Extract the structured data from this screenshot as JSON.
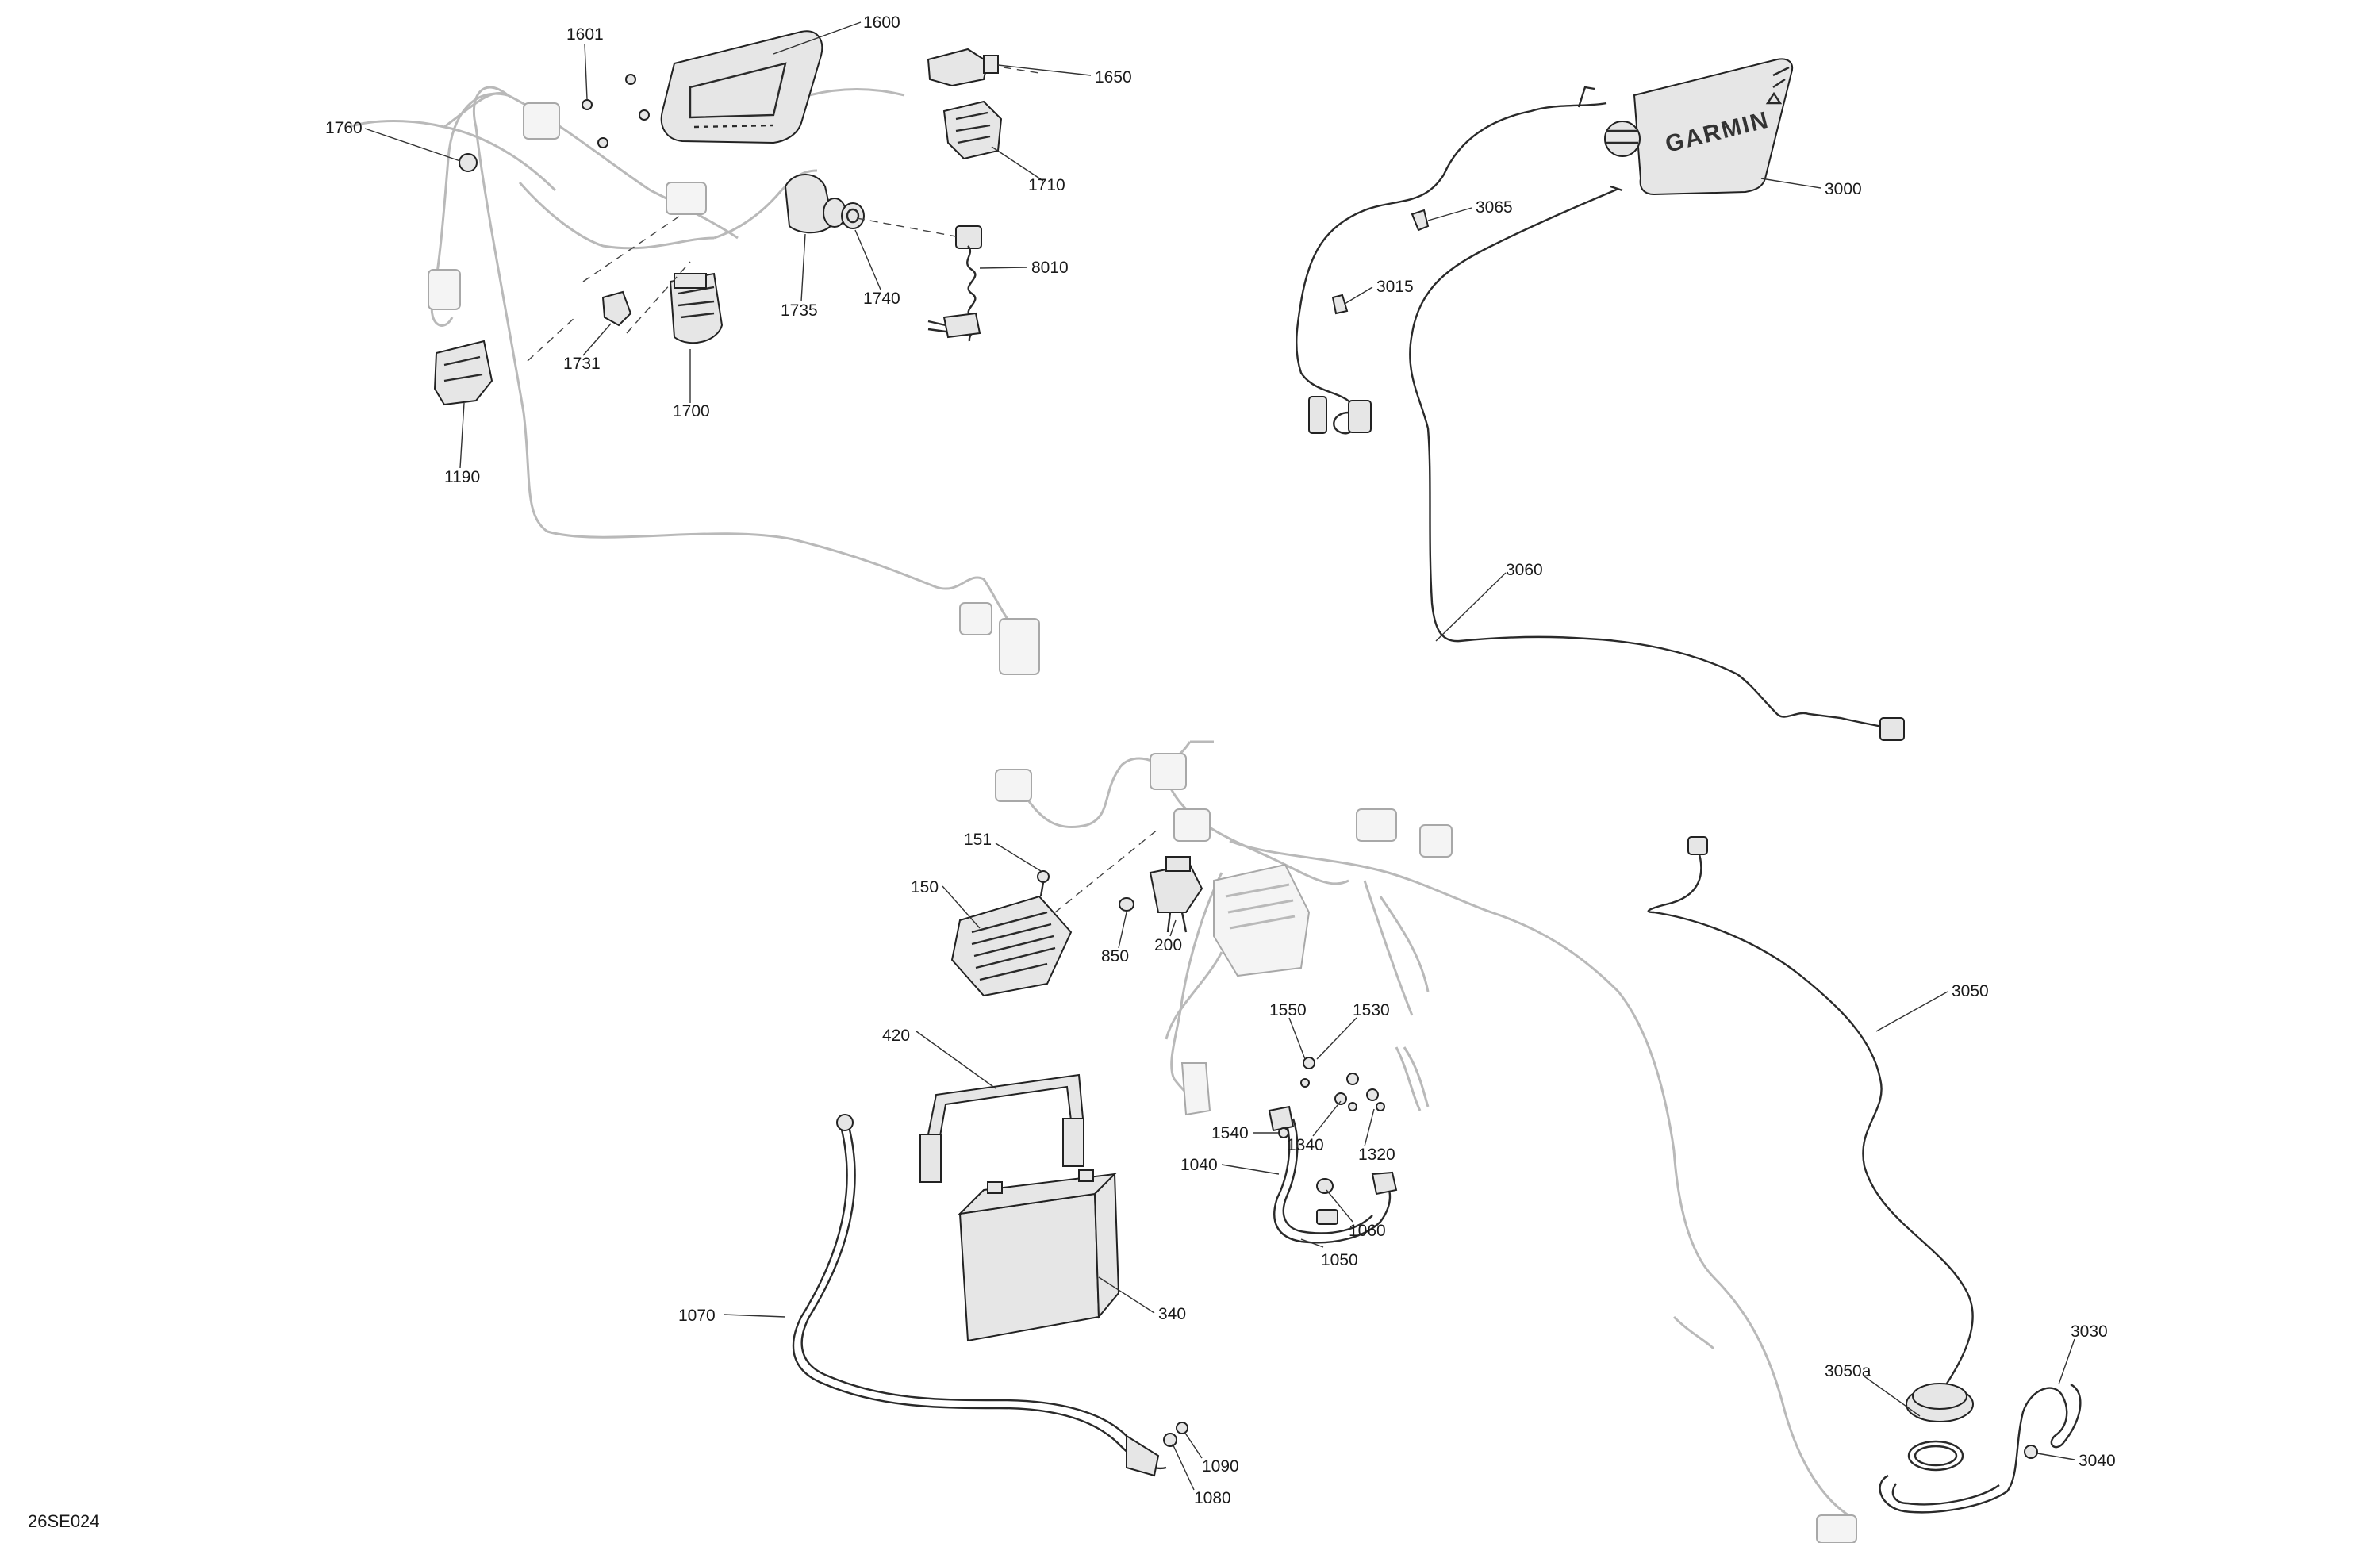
{
  "diagram_ref": "26SE024",
  "brand_label": "GARMIN",
  "callouts": {
    "c1600": "1600",
    "c1601": "1601",
    "c1650": "1650",
    "c1760": "1760",
    "c1710": "1710",
    "c8010": "8010",
    "c1735": "1735",
    "c1740": "1740",
    "c1731": "1731",
    "c1700": "1700",
    "c1190": "1190",
    "c3000": "3000",
    "c3065": "3065",
    "c3015": "3015",
    "c3060": "3060",
    "c151": "151",
    "c150": "150",
    "c850": "850",
    "c200": "200",
    "c1550": "1550",
    "c1530": "1530",
    "c1540": "1540",
    "c1340": "1340",
    "c1320": "1320",
    "c1040": "1040",
    "c1060": "1060",
    "c1050": "1050",
    "c420": "420",
    "c340": "340",
    "c1070": "1070",
    "c1090": "1090",
    "c1080": "1080",
    "c3050": "3050",
    "c3050a": "3050a",
    "c3030": "3030",
    "c3040": "3040"
  }
}
